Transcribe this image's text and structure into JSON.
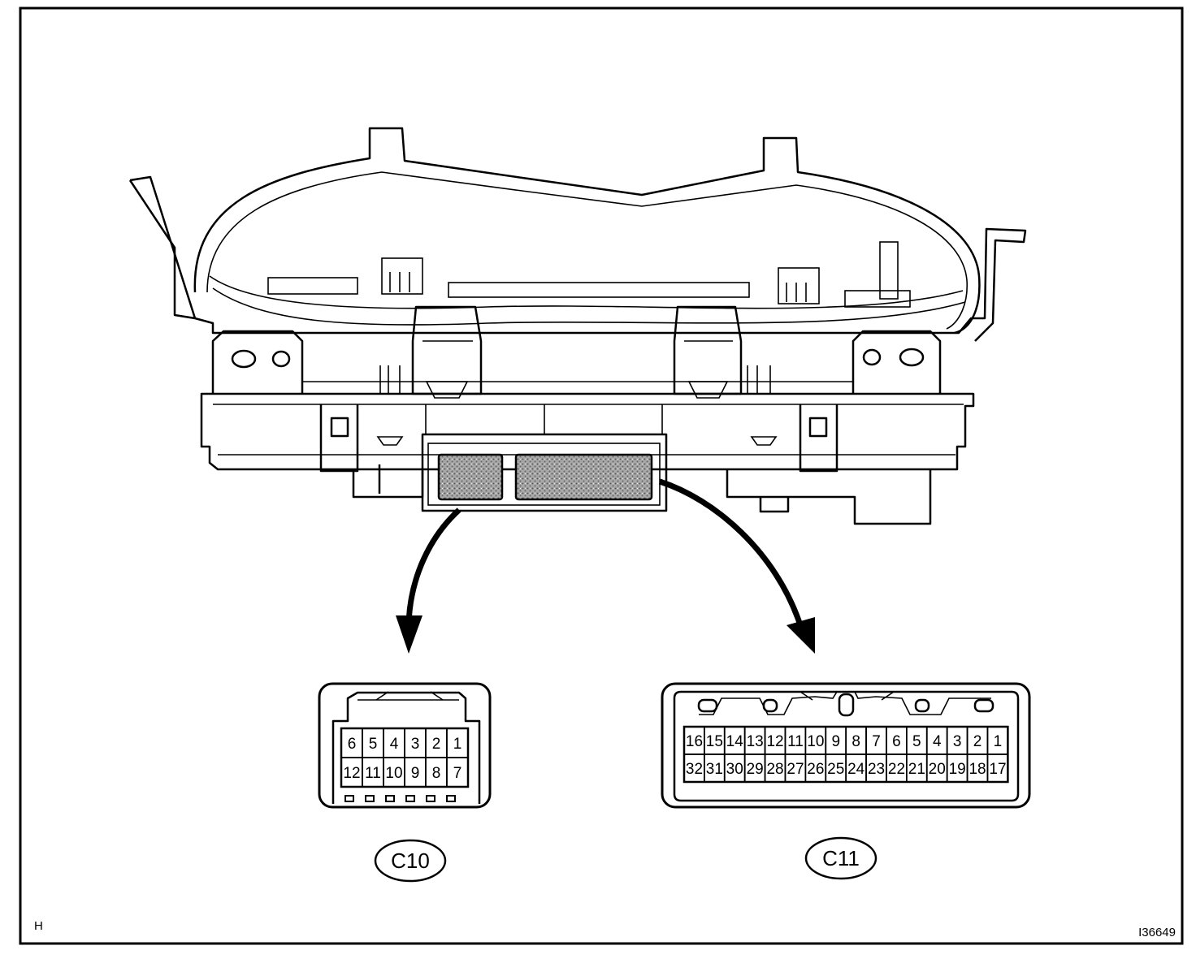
{
  "connectors": [
    {
      "id": "c10",
      "label": "C10",
      "top_row": [
        "6",
        "5",
        "4",
        "3",
        "2",
        "1"
      ],
      "bottom_row": [
        "12",
        "11",
        "10",
        "9",
        "8",
        "7"
      ]
    },
    {
      "id": "c11",
      "label": "C11",
      "top_row": [
        "16",
        "15",
        "14",
        "13",
        "12",
        "11",
        "10",
        "9",
        "8",
        "7",
        "6",
        "5",
        "4",
        "3",
        "2",
        "1"
      ],
      "bottom_row": [
        "32",
        "31",
        "30",
        "29",
        "28",
        "27",
        "26",
        "25",
        "24",
        "23",
        "22",
        "21",
        "20",
        "19",
        "18",
        "17"
      ]
    }
  ],
  "corner_left": "H",
  "figure_id": "I36649"
}
